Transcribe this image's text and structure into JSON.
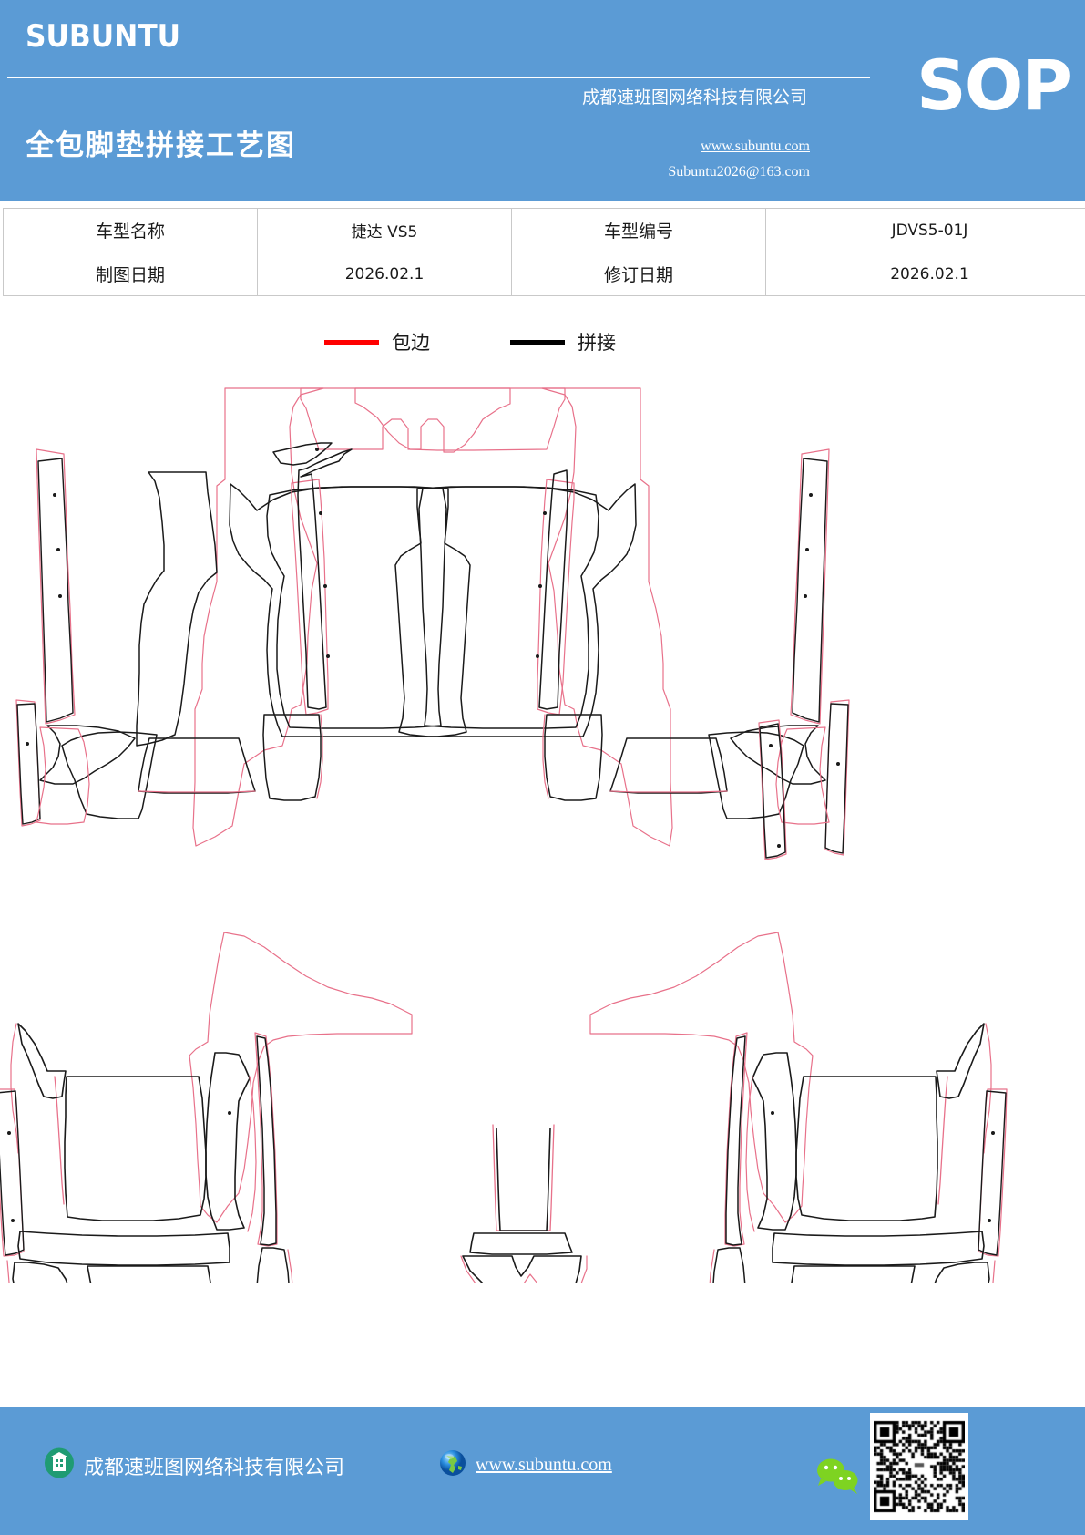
{
  "header": {
    "brand": "SUBUNTU",
    "doc_title": "全包脚垫拼接工艺图",
    "company": "成都速班图网络科技有限公司",
    "website": "www.subuntu.com",
    "email": "Subuntu2026@163.com",
    "sop": "SOP",
    "background_color": "#5b9bd5"
  },
  "info_table": {
    "rows": [
      {
        "label1": "车型名称",
        "value1": "捷达 VS5",
        "label2": "车型编号",
        "value2": "JDVS5-01J"
      },
      {
        "label1": "制图日期",
        "value1": "2026.02.1",
        "label2": "修订日期",
        "value2": "2026.02.1"
      }
    ]
  },
  "legend": {
    "items": [
      {
        "label": "包边",
        "color": "#ff0000",
        "name": "edge-binding"
      },
      {
        "label": "拼接",
        "color": "#000000",
        "name": "splice-seam"
      }
    ]
  },
  "drawing": {
    "description": "全包脚垫拼接工艺图 - 捷达 VS5",
    "groups": [
      {
        "name": "front-left-mat-assembly",
        "position": "upper-left"
      },
      {
        "name": "front-right-mat-assembly",
        "position": "upper-right"
      },
      {
        "name": "rear-left-mat-assembly",
        "position": "lower-left"
      },
      {
        "name": "rear-right-mat-assembly",
        "position": "lower-right"
      },
      {
        "name": "rear-center-tunnel-panel",
        "position": "lower-center"
      }
    ],
    "line_colors": {
      "binding": "#e8718a",
      "splice": "#1a1a1a"
    }
  },
  "footer": {
    "company": "成都速班图网络科技有限公司",
    "website": "www.subuntu.com",
    "background_color": "#5b9bd5",
    "building_icon_color": "#1f9b73",
    "wechat_icon_color": "#7ed321"
  }
}
